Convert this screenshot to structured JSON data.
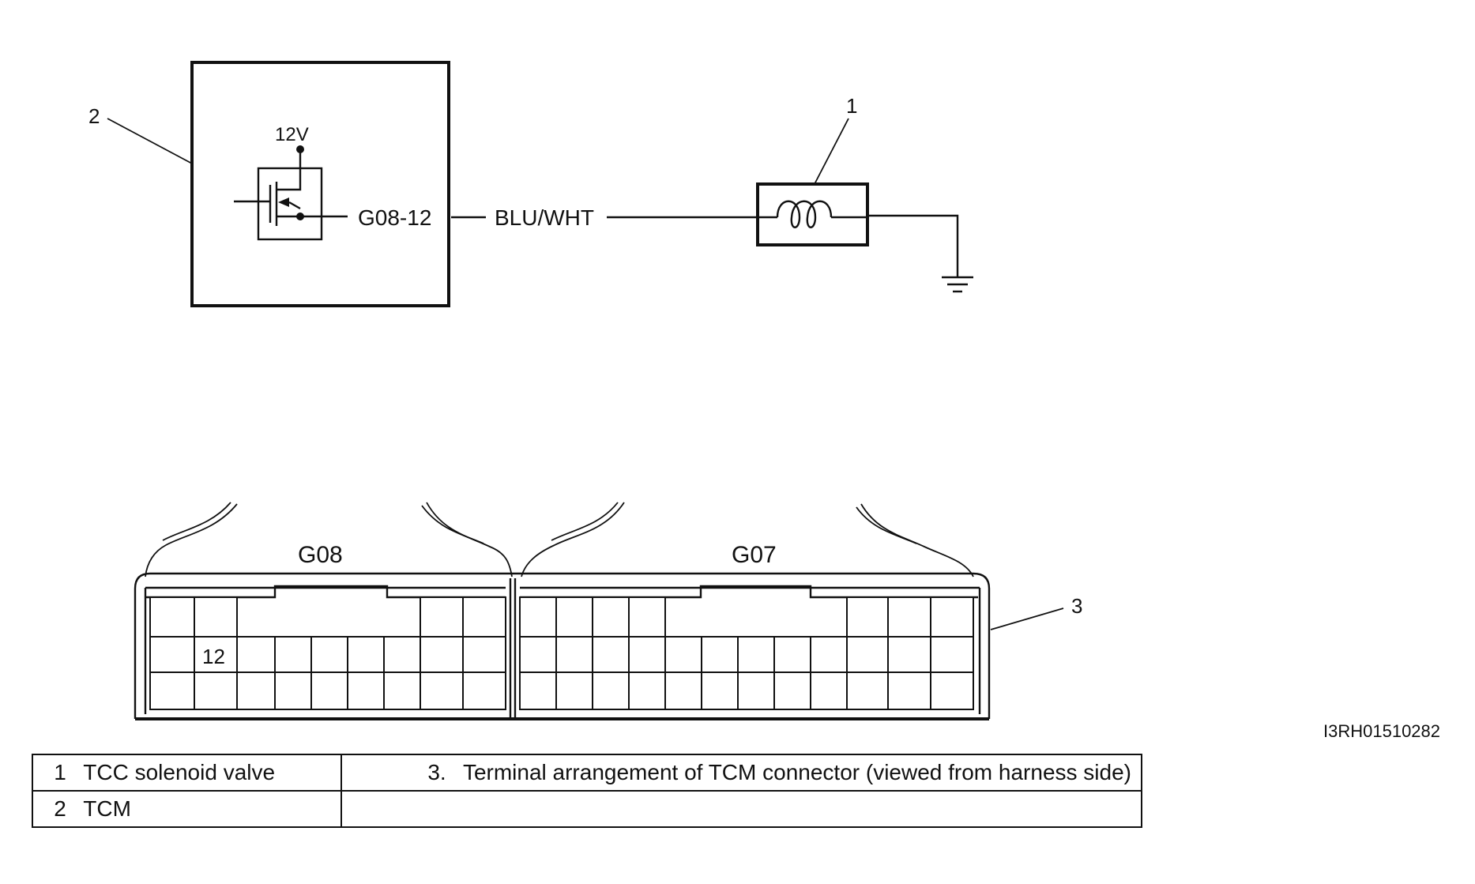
{
  "callouts": {
    "c1": "1",
    "c2": "2",
    "c3": "3"
  },
  "circuit": {
    "supply": "12V",
    "terminal": "G08-12",
    "wire_color": "BLU/WHT"
  },
  "connector": {
    "left_name": "G08",
    "right_name": "G07",
    "pin_label": "12"
  },
  "figure_id": "I3RH01510282",
  "legend": {
    "row1": {
      "num": "1",
      "text": "TCC solenoid valve",
      "num3": "3.",
      "text3": "Terminal arrangement of TCM connector (viewed from harness side)"
    },
    "row2": {
      "num": "2",
      "text": "TCM"
    }
  }
}
